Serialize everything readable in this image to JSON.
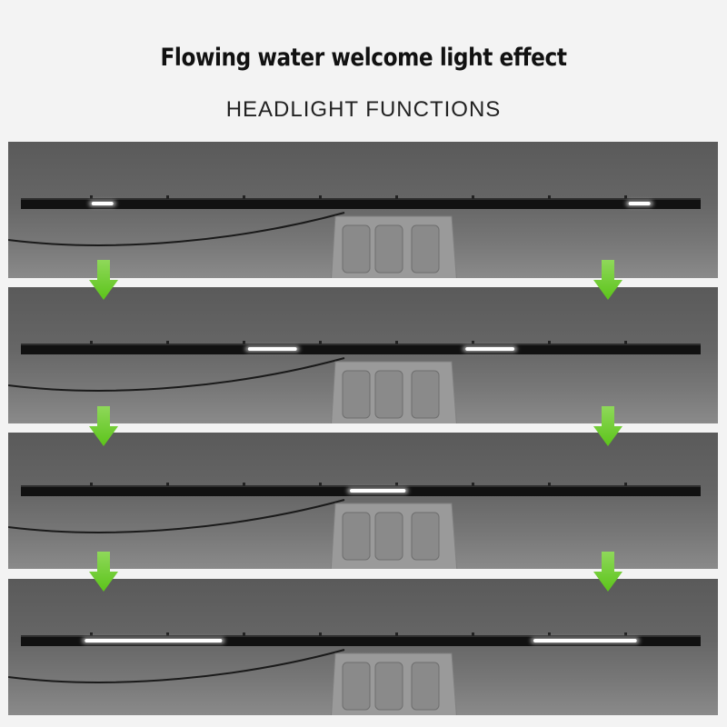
{
  "header": {
    "title": "Flowing water welcome light effect",
    "subtitle": "HEADLIGHT FUNCTIONS"
  },
  "colors": {
    "background": "#f3f3f3",
    "arrow_green": "#5cc41a",
    "light_strip": "#111111",
    "lit_segment": "#ffffff"
  },
  "panels": [
    {
      "name": "step-1",
      "lit_segments": [
        [
          0.1,
          0.14
        ],
        [
          0.89,
          0.93
        ]
      ]
    },
    {
      "name": "step-2",
      "lit_segments": [
        [
          0.33,
          0.41
        ],
        [
          0.65,
          0.73
        ]
      ]
    },
    {
      "name": "step-3",
      "lit_segments": [
        [
          0.48,
          0.57
        ]
      ]
    },
    {
      "name": "step-4",
      "lit_segments": [
        [
          0.09,
          0.3
        ],
        [
          0.75,
          0.91
        ]
      ]
    }
  ],
  "arrows": {
    "icon": "down-arrow-icon",
    "count": 6
  }
}
